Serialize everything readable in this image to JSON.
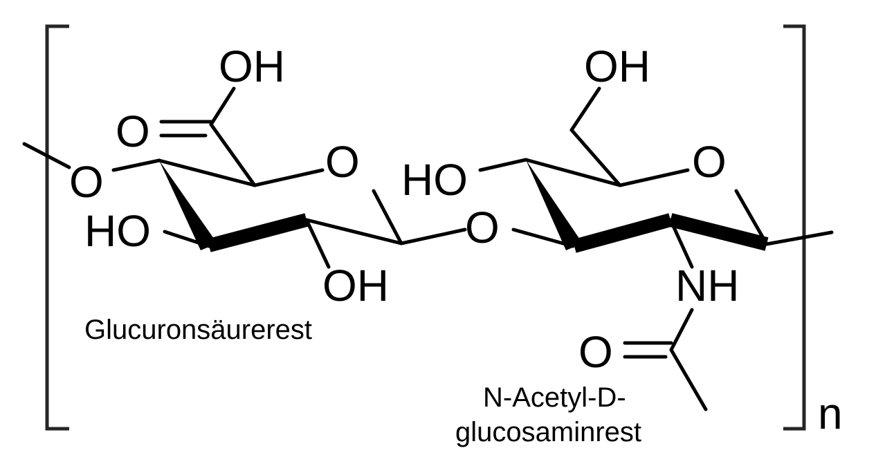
{
  "molecule": {
    "atoms": {
      "glucuronic_ring_oxygen": "O",
      "glucuronic_linkage_oxygen_left": "O",
      "glucuronic_hydroxyl_left": "HO",
      "glucuronic_hydroxyl_bottom": "OH",
      "carboxyl_carbonyl_oxygen": "O",
      "carboxyl_hydroxyl": "OH",
      "glycosidic_oxygen": "O",
      "glucosamine_hydroxyl_left": "HO",
      "glucosamine_ring_oxygen": "O",
      "glucosamine_hydroxymethyl": "OH",
      "amide_nitrogen": "NH",
      "acetyl_carbonyl_oxygen": "O"
    },
    "repeat_subscript": "n"
  },
  "captions": {
    "glucuronic_residue": "Glucuronsäurerest",
    "glucosamine_residue_line1": "N-Acetyl-D-",
    "glucosamine_residue_line2": "glucosaminrest"
  }
}
